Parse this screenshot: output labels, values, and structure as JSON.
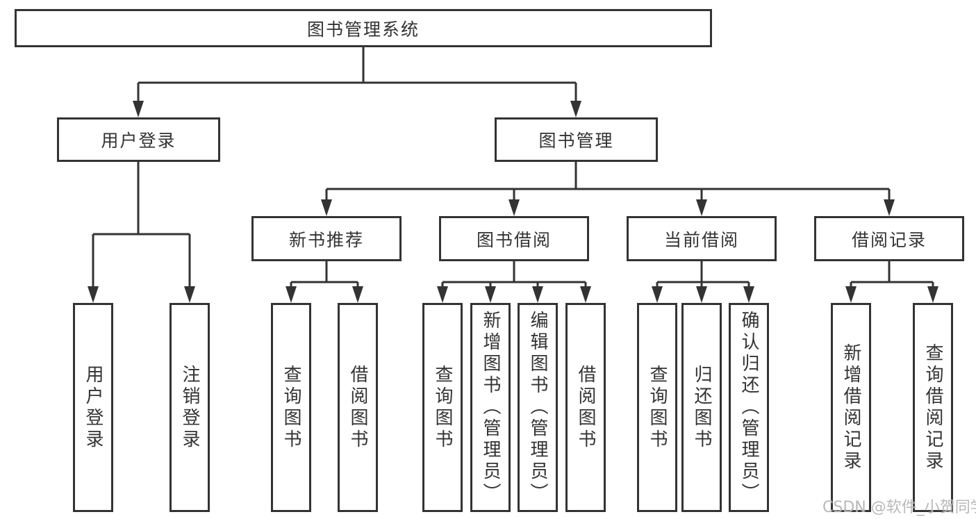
{
  "tree": {
    "root": "图书管理系统",
    "branches": [
      {
        "label": "用户登录",
        "children": [
          "用户登录",
          "注销登录"
        ]
      },
      {
        "label": "图书管理",
        "children": [
          {
            "label": "新书推荐",
            "children": [
              "查询图书",
              "借阅图书"
            ]
          },
          {
            "label": "图书借阅",
            "children": [
              "查询图书",
              "新增图书（管理员）",
              "编辑图书（管理员）",
              "借阅图书"
            ]
          },
          {
            "label": "当前借阅",
            "children": [
              "查询图书",
              "归还图书",
              "确认归还（管理员）"
            ]
          },
          {
            "label": "借阅记录",
            "children": [
              "新增借阅记录",
              "查询借阅记录"
            ]
          }
        ]
      }
    ]
  },
  "watermark": "CSDN @软件_小贺同学",
  "colors": {
    "line": "#333333",
    "box_border": "#333333",
    "text": "#333333",
    "background": "#ffffff",
    "watermark": "#b2b2b2"
  }
}
